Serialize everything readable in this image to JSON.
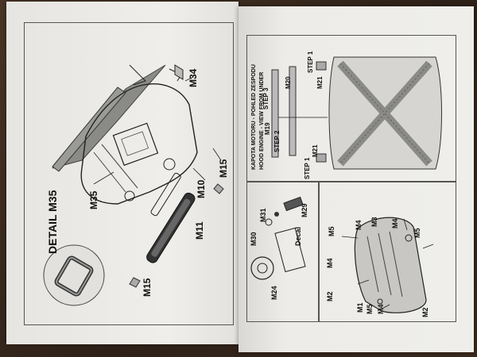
{
  "left_page": {
    "detail_title": "DETAIL M35",
    "labels": {
      "m34": "M34",
      "m35": "M35",
      "m15_top": "M15",
      "m15_bottom": "M15",
      "m10": "M10",
      "m11": "M11"
    }
  },
  "right_page": {
    "hood_section": {
      "title_line1": "KAPOTA MOTORU - POHLED ZESPODU",
      "title_line2": "HOOD ENGINE - VIEW FROM UNDER",
      "steps": [
        "STEP 1",
        "STEP 2",
        "STEP 3",
        "STEP 1"
      ],
      "parts": [
        "M21",
        "M21",
        "M19",
        "M20"
      ]
    },
    "lower_left_section": {
      "labels": [
        "M29",
        "M31",
        "M30",
        "Decal",
        "M24"
      ]
    },
    "lower_right_section": {
      "labels": [
        "M5",
        "M4",
        "M3",
        "M4",
        "M5",
        "M4",
        "M2",
        "M1",
        "M5",
        "M4",
        "M2"
      ]
    }
  }
}
